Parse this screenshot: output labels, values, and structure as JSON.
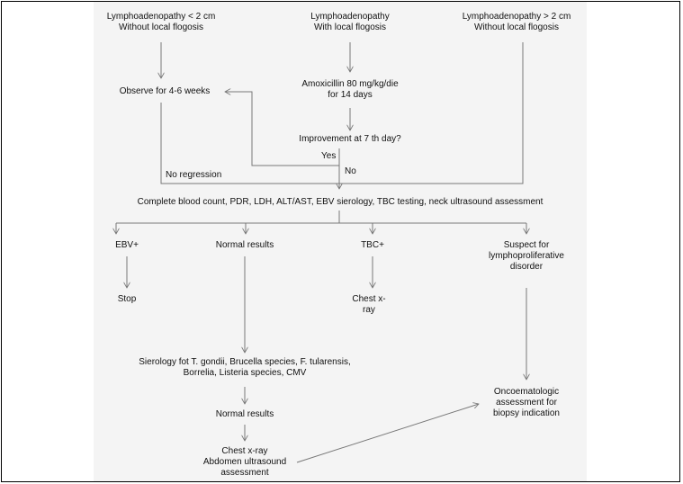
{
  "nodes": {
    "lymph_small": [
      "Lymphoadenopathy < 2 cm",
      "Without local flogosis"
    ],
    "lymph_flogosis": [
      "Lymphoadenopathy",
      "With local flogosis"
    ],
    "lymph_large": [
      "Lymphoadenopathy > 2 cm",
      "Without local flogosis"
    ],
    "observe": [
      "Observe for 4-6 weeks"
    ],
    "amoxicillin": [
      "Amoxicillin 80 mg/kg/die",
      "for 14 days"
    ],
    "improvement": [
      "Improvement at 7 th day?"
    ],
    "workup": [
      "Complete blood count, PDR, LDH, ALT/AST, EBV sierology, TBC testing, neck ultrasound assessment"
    ],
    "ebv": [
      "EBV+"
    ],
    "normal1": [
      "Normal results"
    ],
    "tbc": [
      "TBC+"
    ],
    "suspect": [
      "Suspect for",
      "lymphoproliferative",
      "disorder"
    ],
    "stop": [
      "Stop"
    ],
    "chest1": [
      "Chest x-",
      "ray"
    ],
    "serology": [
      "Sierology fot T. gondii, Brucella species, F. tularensis,",
      "Borrelia, Listeria species, CMV"
    ],
    "normal2": [
      "Normal results"
    ],
    "chest2": [
      "Chest x-ray",
      "Abdomen ultrasound",
      "assessment"
    ],
    "onco": [
      "Oncoematologic",
      "assessment for",
      "biopsy indication"
    ]
  },
  "edge_labels": {
    "yes": "Yes",
    "no": "No",
    "no_regression": "No regression"
  }
}
